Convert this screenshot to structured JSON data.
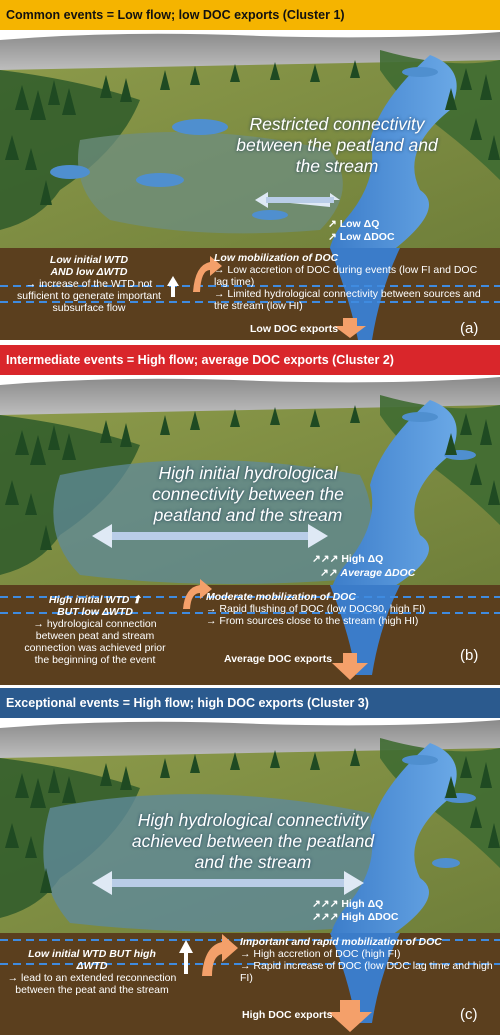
{
  "panels": [
    {
      "header": "Common events = Low flow; low DOC exports (Cluster 1)",
      "header_bg": "#f5b400",
      "header_color": "#111111",
      "connectivity_text": "Restricted connectivity between the peatland and the stream",
      "indicators": [
        "Low ΔQ",
        "Low ΔDOC"
      ],
      "wtd_text": {
        "line1": "Low initial WTD",
        "line2": "AND low ΔWTD",
        "line3": "→ increase of the WTD not sufficient to generate important subsurface flow"
      },
      "mobilization": {
        "title": "Low mobilization of DOC",
        "line1": "→ Low accretion of  DOC during events (low FI and DOC lag time)",
        "line2": "→ Limited hydrological connectivity between sources and the stream (low HI)"
      },
      "exports": "Low DOC exports",
      "label": "(a)"
    },
    {
      "header": "Intermediate events = High flow; average DOC exports (Cluster 2)",
      "header_bg": "#d9262b",
      "header_color": "#ffffff",
      "connectivity_text": "High initial hydrological connectivity between the peatland and the stream",
      "indicators": [
        "High ΔQ",
        "Average ΔDOC"
      ],
      "wtd_text": {
        "line1": "High initial WTD",
        "line2": "BUT low ΔWTD",
        "line3": "→ hydrological connection between peat and stream connection was achieved prior the beginning of the event"
      },
      "mobilization": {
        "title": "Moderate mobilization of DOC",
        "line1": "→ Rapid flushing of DOC (low DOC90, high FI)",
        "line2": "→ From sources close to the stream (high HI)"
      },
      "exports": "Average DOC exports",
      "label": "(b)"
    },
    {
      "header": "Exceptional events = High flow; high DOC exports (Cluster 3)",
      "header_bg": "#2b5a8e",
      "header_color": "#ffffff",
      "connectivity_text": "High hydrological connectivity achieved between the peatland and the stream",
      "indicators": [
        "High ΔQ",
        "High ΔDOC"
      ],
      "wtd_text": {
        "line1": "Low initial WTD BUT high",
        "line2": "ΔWTD",
        "line3": "→ lead to an extended reconnection between the peat and the stream"
      },
      "mobilization": {
        "title": "Important and rapid mobilization of DOC",
        "line1": "→ High accretion of DOC (high FI)",
        "line2": "→ Rapid increase of DOC (low DOC lag time and high FI)"
      },
      "exports": "High DOC exports",
      "label": "(c)"
    }
  ]
}
